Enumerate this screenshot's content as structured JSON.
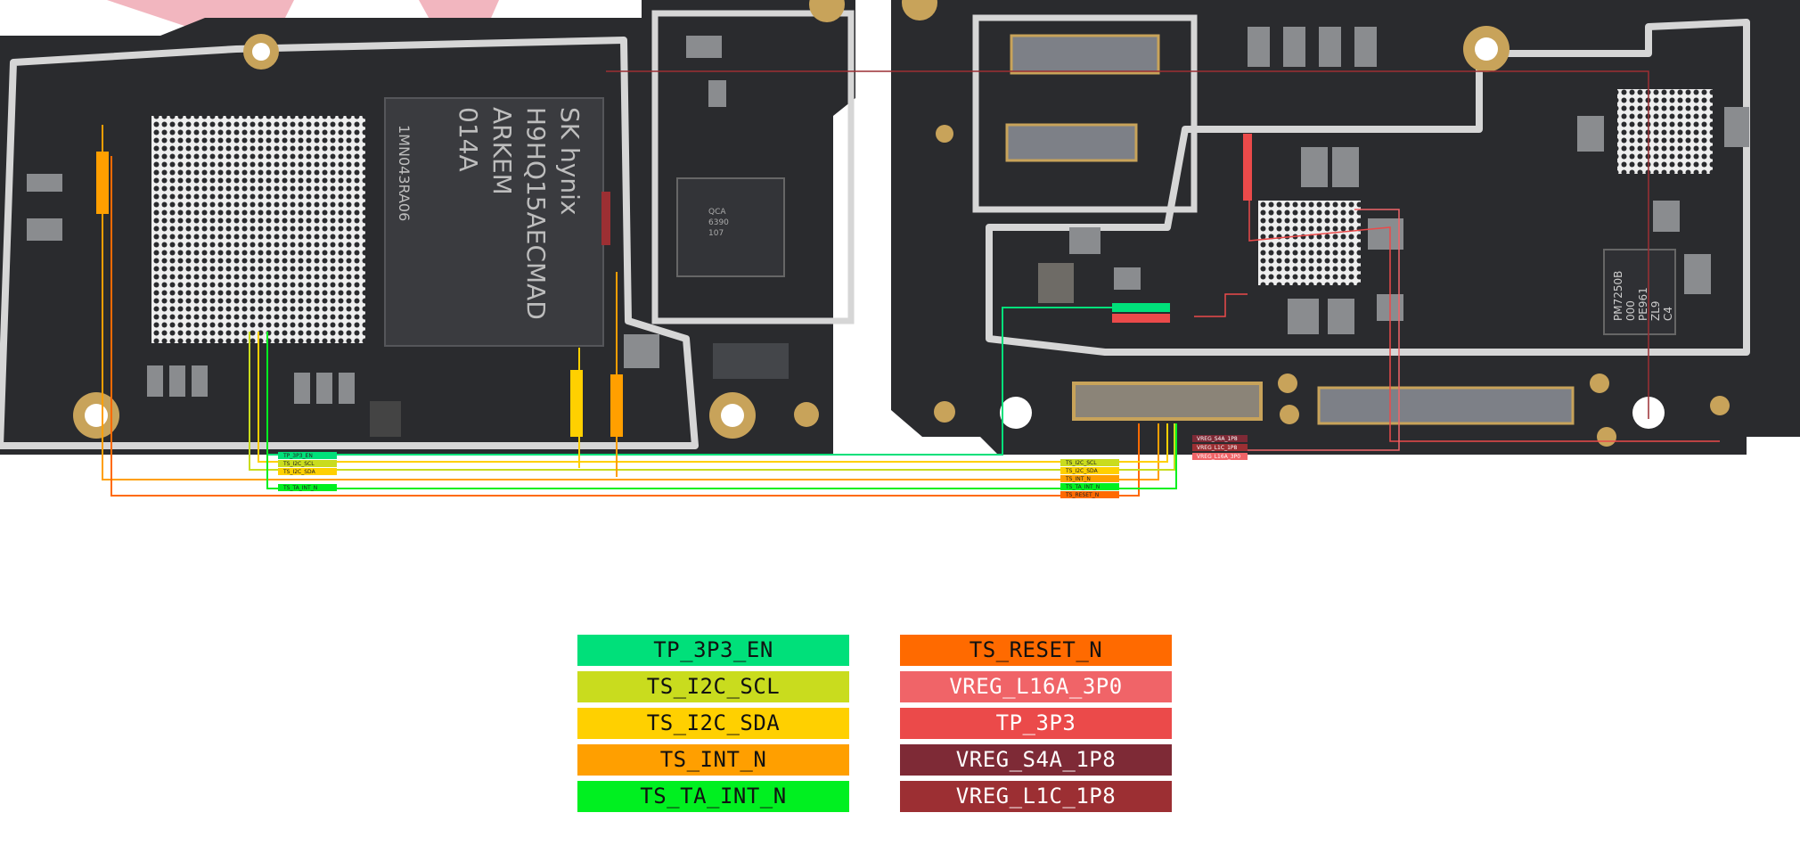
{
  "board": {
    "chip_left": {
      "lines": [
        "SK hynix",
        "H9HQ15AECMAD",
        "ARKEM",
        "014A"
      ],
      "side_text": "1MN043RA06"
    },
    "chip_right": {
      "lines": [
        "PM7250B",
        "000",
        "PE961",
        "ZL9",
        "C4"
      ]
    },
    "chip_small": {
      "lines": [
        "QCA",
        "6390",
        "107"
      ]
    }
  },
  "colors": {
    "board": "#2a2b2e",
    "trace": "#d9d9d9",
    "pad_gold": "#c8a35a",
    "TP_3P3_EN": "#00e07a",
    "TS_I2C_SCL": "#c9dc1e",
    "TS_I2C_SDA": "#ffd000",
    "TS_INT_N": "#ff9f00",
    "TS_TA_INT_N": "#00f020",
    "TS_RESET_N": "#ff6a00",
    "VREG_L16A_3P0": "#f06468",
    "TP_3P3": "#eb4a4a",
    "VREG_S4A_1P8": "#7e2a36",
    "VREG_L1C_1P8": "#9c2f33"
  },
  "legend": [
    {
      "label": "TP_3P3_EN",
      "color": "#00e07a",
      "text": "light"
    },
    {
      "label": "TS_RESET_N",
      "color": "#ff6a00",
      "text": "light"
    },
    {
      "label": "TS_I2C_SCL",
      "color": "#c9dc1e",
      "text": "light"
    },
    {
      "label": "VREG_L16A_3P0",
      "color": "#f06468",
      "text": "dark"
    },
    {
      "label": "TS_I2C_SDA",
      "color": "#ffd000",
      "text": "light"
    },
    {
      "label": "TP_3P3",
      "color": "#eb4a4a",
      "text": "dark"
    },
    {
      "label": "TS_INT_N",
      "color": "#ff9f00",
      "text": "light"
    },
    {
      "label": "VREG_S4A_1P8",
      "color": "#7e2a36",
      "text": "dark"
    },
    {
      "label": "TS_TA_INT_N",
      "color": "#00f020",
      "text": "light"
    },
    {
      "label": "VREG_L1C_1P8",
      "color": "#9c2f33",
      "text": "dark"
    }
  ],
  "net_tags_left": [
    "TP_3P3_EN",
    "TS_I2C_SCL",
    "TS_I2C_SDA",
    "TS_TA_INT_N"
  ],
  "net_tags_right": [
    "TS_I2C_SCL",
    "TS_I2C_SDA",
    "TS_INT_N",
    "TS_TA_INT_N",
    "TS_RESET_N"
  ],
  "net_tags_red": [
    "VREG_S4A_1P8",
    "VREG_L1C_1P8",
    "VREG_L16A_3P0"
  ]
}
